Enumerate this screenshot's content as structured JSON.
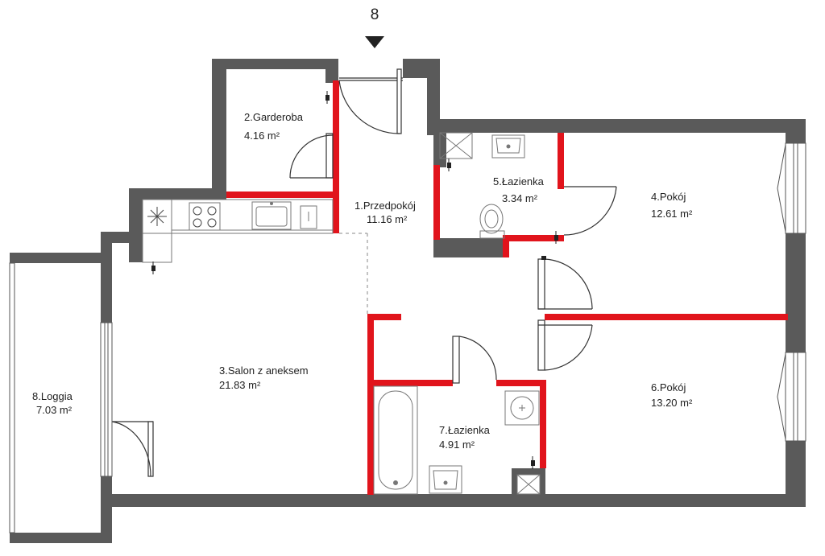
{
  "unit": {
    "number": "8"
  },
  "colors": {
    "outer_wall": "#5a5a5a",
    "partition_wall": "#e1141c",
    "fixture_stroke": "#777777",
    "door_stroke": "#333333",
    "text": "#222222"
  },
  "rooms": [
    {
      "key": "przedpokoj",
      "name": "1.Przedpokój",
      "area": "11.16 m²"
    },
    {
      "key": "garderoba",
      "name": "2.Garderoba",
      "area": "4.16 m²"
    },
    {
      "key": "salon",
      "name": "3.Salon z aneksem",
      "area": "21.83 m²"
    },
    {
      "key": "pokoj4",
      "name": "4.Pokój",
      "area": "12.61 m²"
    },
    {
      "key": "lazienka5",
      "name": "5.Łazienka",
      "area": "3.34 m²"
    },
    {
      "key": "pokoj6",
      "name": "6.Pokój",
      "area": "13.20 m²"
    },
    {
      "key": "lazienka7",
      "name": "7.Łazienka",
      "area": "4.91 m²"
    },
    {
      "key": "loggia",
      "name": "8.Loggia",
      "area": "7.03 m²"
    }
  ],
  "icons": {
    "entrance": "entrance-arrow-icon",
    "fridge": "snowflake-icon",
    "stove": "cooktop-icon",
    "sink": "sink-icon",
    "toilet": "toilet-icon",
    "bathtub": "bathtub-icon",
    "shower": "shower-tray-icon",
    "washing_machine": "washing-machine-icon"
  }
}
